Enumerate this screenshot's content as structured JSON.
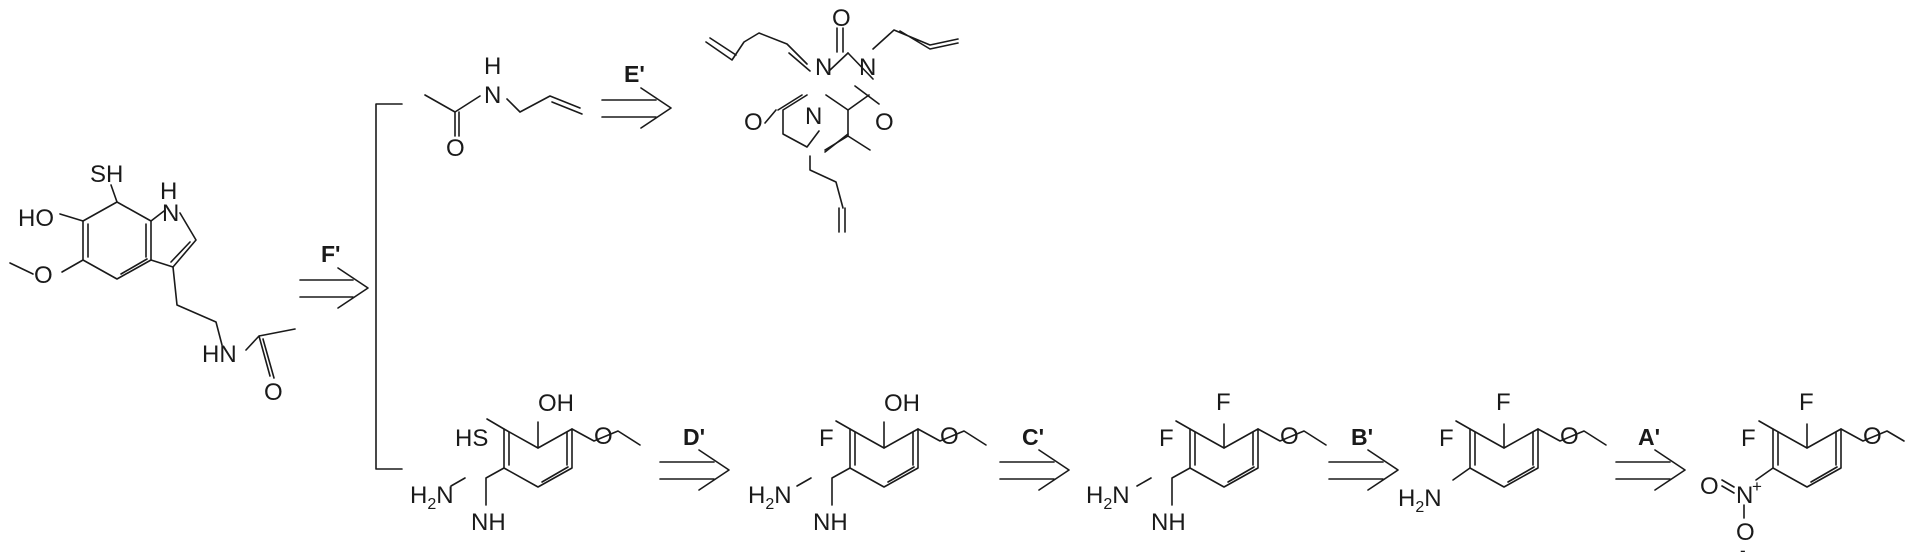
{
  "atoms": {
    "sh": "SH",
    "h": "H",
    "n": "N",
    "ho": "HO",
    "oh": "OH",
    "o": "O",
    "hn": "HN",
    "hs": "HS",
    "h2n_h": "H",
    "h2n_2": "2",
    "h2n_n": "N",
    "nh": "NH",
    "f": "F",
    "plus": "+",
    "minus": "-"
  },
  "steps": {
    "a": "A'",
    "b": "B'",
    "c": "C'",
    "d": "D'",
    "e": "E'",
    "f": "F'"
  }
}
